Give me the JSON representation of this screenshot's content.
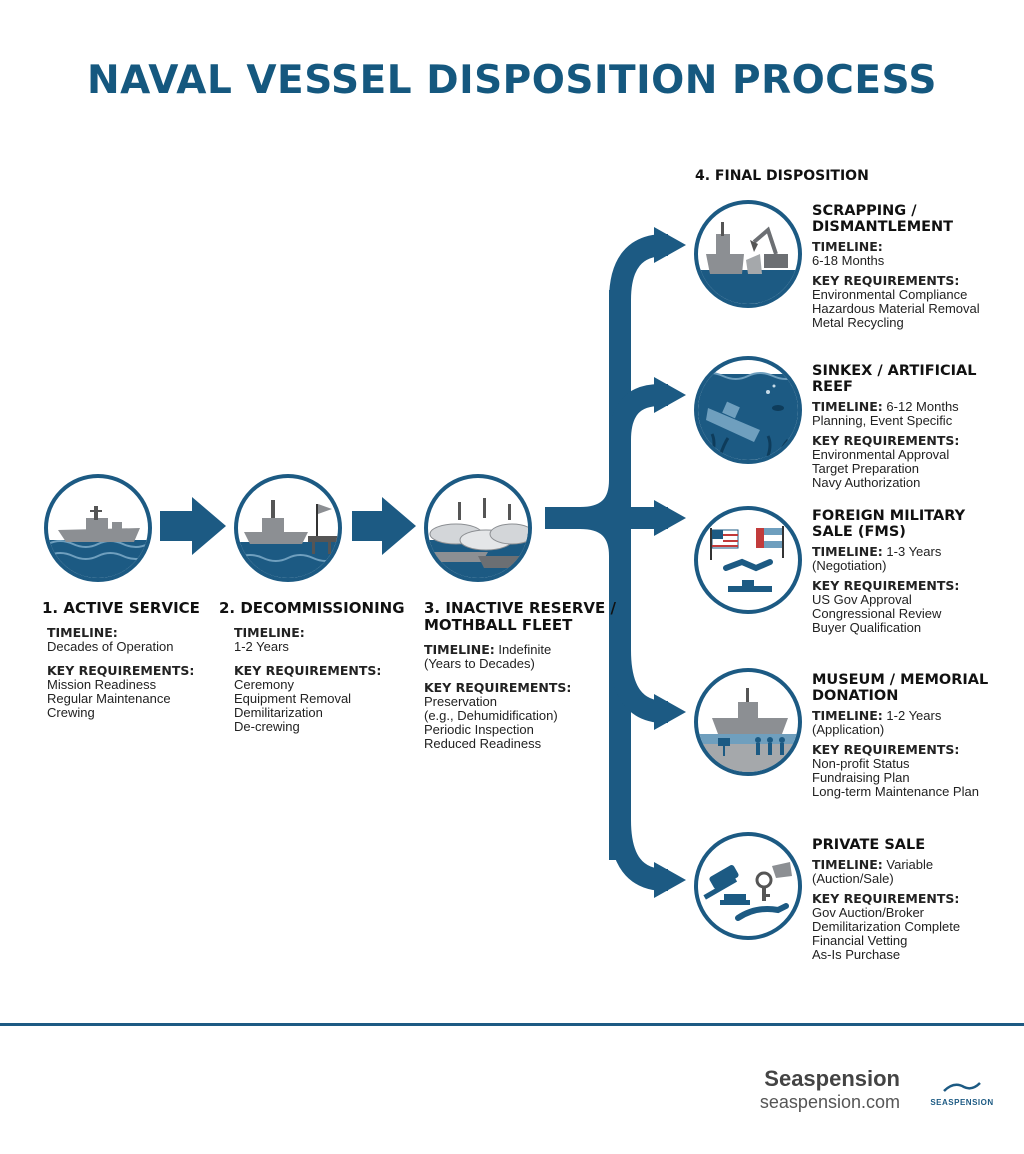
{
  "title": "NAVAL VESSEL DISPOSITION PROCESS",
  "stages": [
    {
      "title": [
        "1. ACTIVE SERVICE"
      ],
      "timeline_label": "TIMELINE:",
      "timeline": [
        "Decades of Operation"
      ],
      "req_label": "KEY REQUIREMENTS:",
      "requirements": [
        "Mission Readiness",
        "Regular Maintenance",
        "Crewing"
      ],
      "icon": "destroyer-at-sea-icon"
    },
    {
      "title": [
        "2. DECOMMISSIONING"
      ],
      "timeline_label": "TIMELINE:",
      "timeline": [
        "1-2 Years"
      ],
      "req_label": "KEY REQUIREMENTS:",
      "requirements": [
        "Ceremony",
        "Equipment Removal",
        "Demilitarization",
        "De-crewing"
      ],
      "icon": "ship-at-pier-flag-icon"
    },
    {
      "title": [
        "3. INACTIVE RESERVE /",
        "MOTHBALL FLEET"
      ],
      "timeline_label": "TIMELINE:",
      "timeline": [
        "Indefinite",
        "(Years to Decades)"
      ],
      "req_label": "KEY REQUIREMENTS:",
      "requirements": [
        "Preservation",
        "(e.g., Dehumidification)",
        "Periodic Inspection",
        "Reduced Readiness"
      ],
      "icon": "mothball-fleet-icon"
    }
  ],
  "final": {
    "heading": "4. FINAL DISPOSITION",
    "options": [
      {
        "title": [
          "SCRAPPING /",
          "DISMANTLEMENT"
        ],
        "timeline_label": "TIMELINE:",
        "timeline": [
          "6-18 Months"
        ],
        "req_label": "KEY REQUIREMENTS:",
        "requirements": [
          "Environmental Compliance",
          "Hazardous Material Removal",
          "Metal Recycling"
        ],
        "icon": "ship-scrapping-excavator-icon"
      },
      {
        "title": [
          "SINKEX / ARTIFICIAL REEF"
        ],
        "timeline_label": "TIMELINE:",
        "timeline": [
          "6-12 Months",
          "Planning, Event Specific"
        ],
        "req_label": "KEY REQUIREMENTS:",
        "requirements": [
          "Environmental Approval",
          "Target Preparation",
          "Navy Authorization"
        ],
        "icon": "sunken-ship-reef-icon"
      },
      {
        "title": [
          "FOREIGN MILITARY",
          "SALE (FMS)"
        ],
        "timeline_label": "TIMELINE:",
        "timeline": [
          "1-3 Years",
          "(Negotiation)"
        ],
        "req_label": "KEY REQUIREMENTS:",
        "requirements": [
          "US Gov Approval",
          "Congressional Review",
          "Buyer Qualification"
        ],
        "icon": "flags-handshake-icon"
      },
      {
        "title": [
          "MUSEUM / MEMORIAL",
          "DONATION"
        ],
        "timeline_label": "TIMELINE:",
        "timeline": [
          "1-2 Years",
          "(Application)"
        ],
        "req_label": "KEY REQUIREMENTS:",
        "requirements": [
          "Non-profit Status",
          "Fundraising Plan",
          "Long-term Maintenance Plan"
        ],
        "icon": "museum-ship-visitors-icon"
      },
      {
        "title": [
          "PRIVATE SALE"
        ],
        "timeline_label": "TIMELINE:",
        "timeline": [
          "Variable",
          "(Auction/Sale)"
        ],
        "req_label": "KEY REQUIREMENTS:",
        "requirements": [
          "Gov Auction/Broker",
          "Demilitarization Complete",
          "Financial Vetting",
          "As-Is Purchase"
        ],
        "icon": "gavel-key-sale-icon"
      }
    ]
  },
  "footer": {
    "brand_name": "Seaspension",
    "brand_url": "seaspension.com",
    "logo_text": "SEASPENSION"
  },
  "colors": {
    "primary": "#1c5a83",
    "title": "#15587f",
    "light": "#6f9fbe",
    "gray": "#8c8f93"
  }
}
